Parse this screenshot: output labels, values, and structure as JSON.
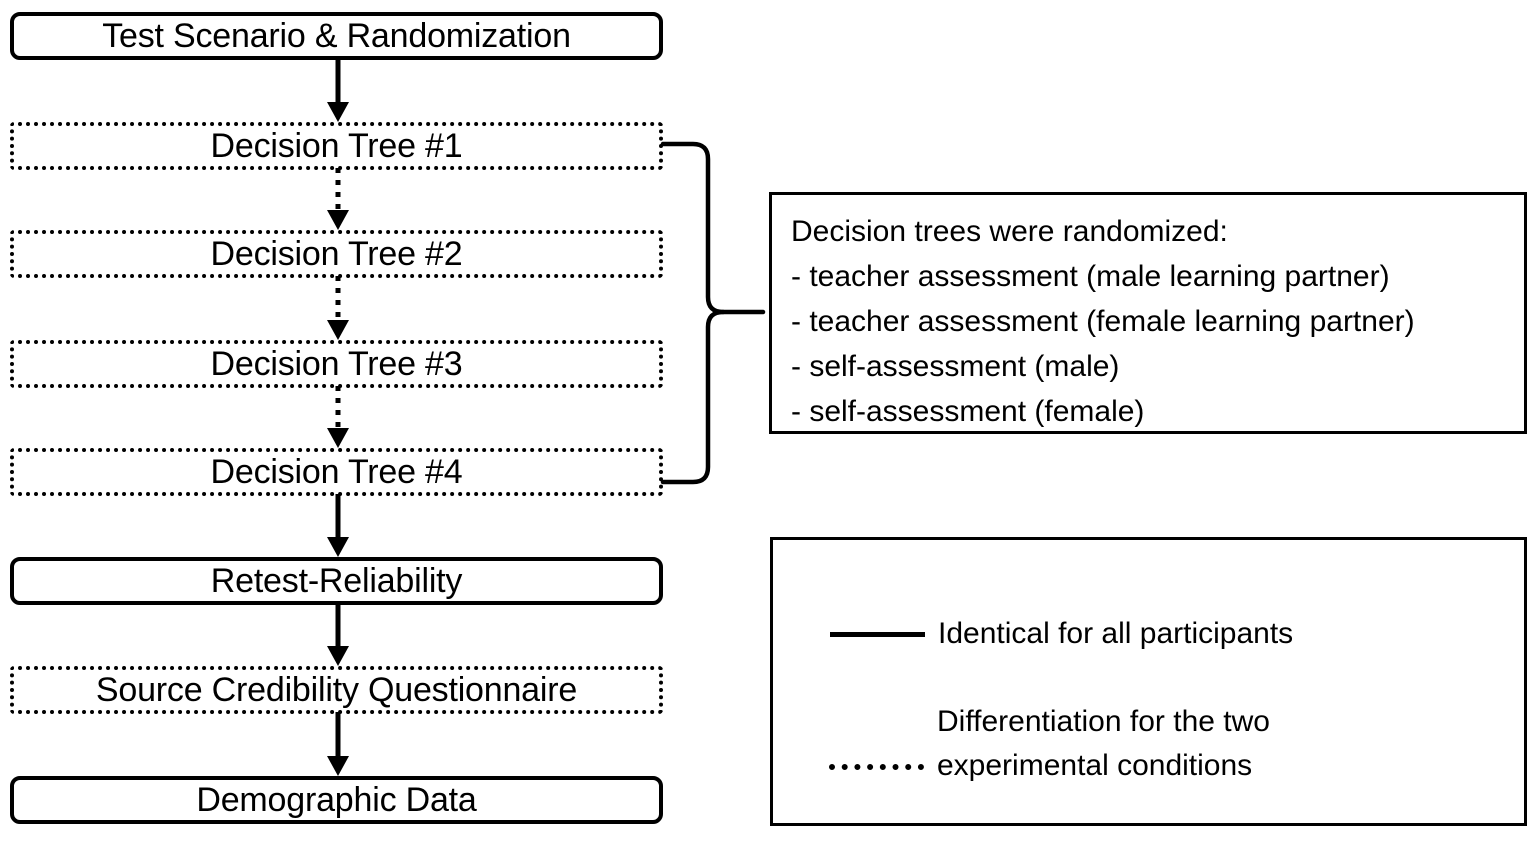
{
  "figure": {
    "type": "flowchart",
    "background_color": "#ffffff",
    "line_color": "#000000"
  },
  "flow": {
    "steps": [
      {
        "label": "Test Scenario & Randomization",
        "style": "solid"
      },
      {
        "label": "Decision Tree #1",
        "style": "dotted"
      },
      {
        "label": "Decision Tree #2",
        "style": "dotted"
      },
      {
        "label": "Decision Tree #3",
        "style": "dotted"
      },
      {
        "label": "Decision Tree #4",
        "style": "dotted"
      },
      {
        "label": "Retest-Reliability",
        "style": "solid"
      },
      {
        "label": "Source Credibility Questionnaire",
        "style": "dotted"
      },
      {
        "label": "Demographic Data",
        "style": "solid"
      }
    ],
    "connectors": [
      {
        "from": "Test Scenario & Randomization",
        "to": "Decision Tree #1",
        "style": "solid"
      },
      {
        "from": "Decision Tree #1",
        "to": "Decision Tree #2",
        "style": "dotted"
      },
      {
        "from": "Decision Tree #2",
        "to": "Decision Tree #3",
        "style": "dotted"
      },
      {
        "from": "Decision Tree #3",
        "to": "Decision Tree #4",
        "style": "dotted"
      },
      {
        "from": "Decision Tree #4",
        "to": "Retest-Reliability",
        "style": "solid"
      },
      {
        "from": "Retest-Reliability",
        "to": "Source Credibility Questionnaire",
        "style": "solid"
      },
      {
        "from": "Source Credibility Questionnaire",
        "to": "Demographic Data",
        "style": "solid"
      }
    ]
  },
  "randomization_panel": {
    "heading": "Decision trees were randomized:",
    "items": [
      "- teacher assessment (male learning partner)",
      "- teacher assessment (female learning partner)",
      "- self-assessment (male)",
      "- self-assessment (female)"
    ]
  },
  "legend": {
    "entries": [
      {
        "sample": "solid",
        "label": "Identical for all participants"
      },
      {
        "sample": "dotted",
        "label": "Differentiation for the two\nexperimental conditions"
      }
    ]
  }
}
